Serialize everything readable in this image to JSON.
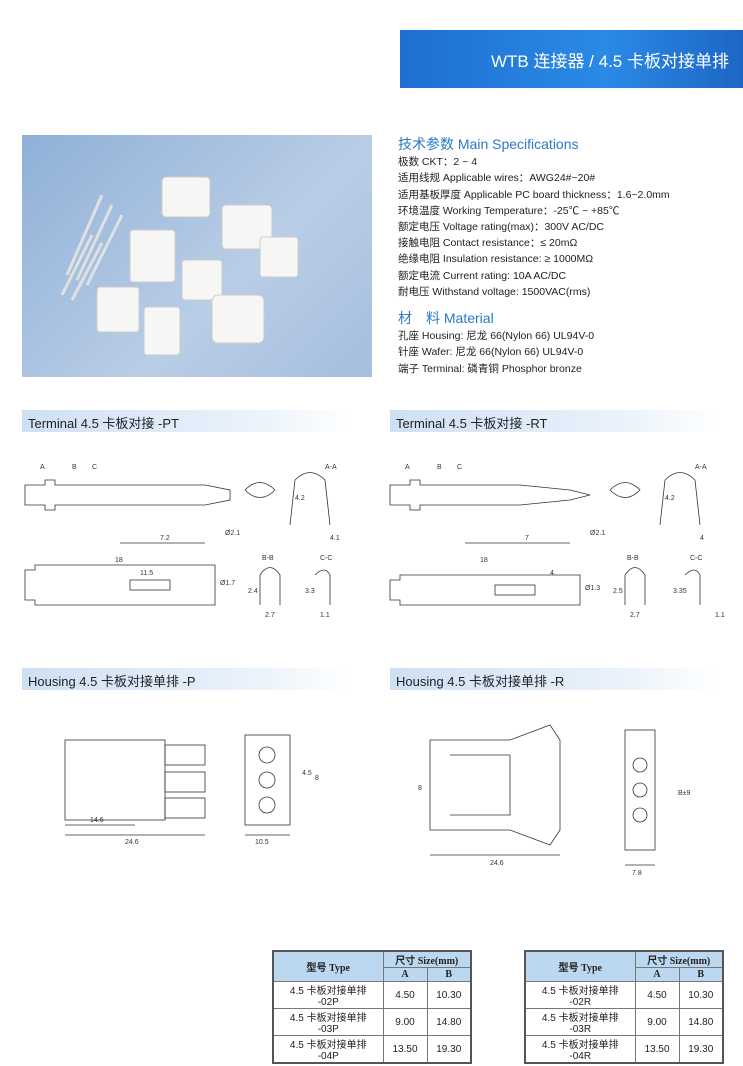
{
  "header": {
    "title": "WTB 连接器 / 4.5 卡板对接单排"
  },
  "specs": {
    "title": "技术参数 Main Specifications",
    "items": [
      "极数 CKT：2 ~ 4",
      "适用线规 Applicable wires：AWG24#~20#",
      "适用基板厚度 Applicable PC board thickness：1.6~2.0mm",
      "环境温度 Working Temperature：-25℃ ~ +85℃",
      "额定电压 Voltage rating(max)：300V AC/DC",
      "接触电阻 Contact resistance：≤ 20mΩ",
      "绝缘电阻 Insulation resistance: ≥ 1000MΩ",
      "额定电流 Current rating: 10A AC/DC",
      "耐电压 Withstand voltage: 1500VAC(rms)"
    ]
  },
  "material": {
    "title": "材　料 Material",
    "items": [
      "孔座 Housing: 尼龙 66(Nylon 66) UL94V-0",
      "针座 Wafer: 尼龙 66(Nylon 66) UL94V-0",
      "端子 Terminal: 磷青铜 Phosphor bronze"
    ]
  },
  "sections": {
    "pt": "Terminal 4.5 卡板对接 -PT",
    "rt": "Terminal 4.5 卡板对接 -RT",
    "hp": "Housing 4.5 卡板对接单排 -P",
    "hr": "Housing 4.5 卡板对接单排 -R"
  },
  "dims": {
    "pt": {
      "a": "A",
      "b": "B",
      "c": "C",
      "len1": "7.2",
      "d1": "Ø2.1",
      "h": "4.2",
      "w": "4.1",
      "aa": "A-A",
      "total": "18",
      "len2": "11.5",
      "d2": "Ø1.7",
      "bb": "B-B",
      "cc": "C-C",
      "bh": "2.4",
      "bw": "2.7",
      "ch": "3.3",
      "cw": "1.1"
    },
    "rt": {
      "a": "A",
      "b": "B",
      "c": "C",
      "len1": "7",
      "d1": "Ø2.1",
      "h": "4.2",
      "w": "4",
      "aa": "A-A",
      "total": "18",
      "len2": "4",
      "d2": "Ø1.3",
      "bb": "B-B",
      "cc": "C-C",
      "bh": "2.5",
      "bw": "2.7",
      "ch": "3.35",
      "cw": "1.1"
    },
    "hp": {
      "l1": "14.6",
      "l2": "24.6",
      "w": "10.5",
      "a": "4.5",
      "b": "8"
    },
    "hr": {
      "h": "8",
      "l": "24.6",
      "w": "7.8",
      "b": "B±9"
    }
  },
  "tables": [
    {
      "type": "型号 Type",
      "size": "尺寸 Size(mm)",
      "a": "A",
      "b": "B",
      "rows": [
        [
          "4.5 卡板对接单排 -02P",
          "4.50",
          "10.30"
        ],
        [
          "4.5 卡板对接单排 -03P",
          "9.00",
          "14.80"
        ],
        [
          "4.5 卡板对接单排 -04P",
          "13.50",
          "19.30"
        ]
      ]
    },
    {
      "type": "型号 Type",
      "size": "尺寸 Size(mm)",
      "a": "A",
      "b": "B",
      "rows": [
        [
          "4.5 卡板对接单排 -02R",
          "4.50",
          "10.30"
        ],
        [
          "4.5 卡板对接单排 -03R",
          "9.00",
          "14.80"
        ],
        [
          "4.5 卡板对接单排 -04R",
          "13.50",
          "19.30"
        ]
      ]
    }
  ]
}
